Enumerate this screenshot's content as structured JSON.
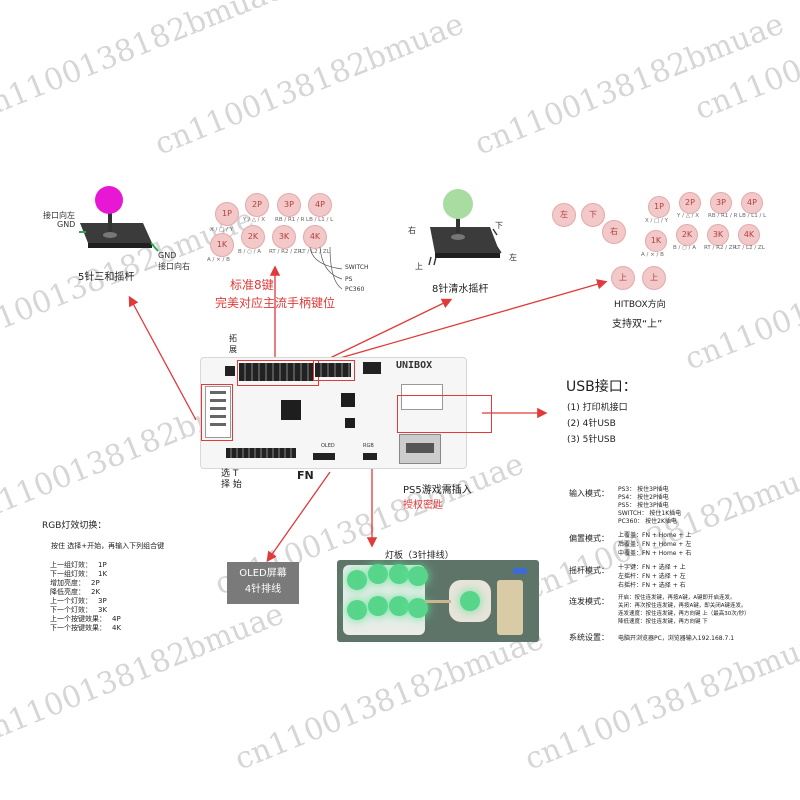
{
  "watermark": "cn1100138182bmuae",
  "stick5": {
    "top_left": "接口向左",
    "gnd1": "GND",
    "gnd2": "GND",
    "right": "接口向右",
    "caption": "5针三和摇杆"
  },
  "buttons8": {
    "top": [
      {
        "id": "1P",
        "sub": "X / □ / Y"
      },
      {
        "id": "2P",
        "sub": "Y / △ / X"
      },
      {
        "id": "3P",
        "sub": "RB / R1 / R"
      },
      {
        "id": "4P",
        "sub": "LB / L1 / L"
      }
    ],
    "bottom": [
      {
        "id": "1K",
        "sub": "A / × / B"
      },
      {
        "id": "2K",
        "sub": "B / ○ / A"
      },
      {
        "id": "3K",
        "sub": "RT / R2 / ZR"
      },
      {
        "id": "4K",
        "sub": "LT / L2 / ZL"
      }
    ],
    "modes": [
      "SWITCH",
      "PS",
      "PC360"
    ],
    "title": "标准8键",
    "subtitle": "完美对应主流手柄键位"
  },
  "stick8": {
    "left": "右",
    "right_top": "下",
    "bottom_left": "上",
    "bottom_right": "左",
    "caption": "8针清水摇杆"
  },
  "hitbox": {
    "dirs": [
      "左",
      "下",
      "右"
    ],
    "ups": [
      "上",
      "上"
    ],
    "top": [
      {
        "id": "1P",
        "sub": "X / □ / Y"
      },
      {
        "id": "2P",
        "sub": "Y / △ / X"
      },
      {
        "id": "3P",
        "sub": "RB / R1 / R"
      },
      {
        "id": "4P",
        "sub": "LB / L1 / L"
      }
    ],
    "bottom": [
      {
        "id": "1K",
        "sub": "A / × / B"
      },
      {
        "id": "2K",
        "sub": "B / ○ / A"
      },
      {
        "id": "3K",
        "sub": "RT / R2 / ZR"
      },
      {
        "id": "4K",
        "sub": "LT / L2 / ZL"
      }
    ],
    "title": "HITBOX方向",
    "subtitle": "支持双“上”"
  },
  "board": {
    "expand": [
      "拓",
      "展"
    ],
    "logo": "UNIBOX",
    "fn": "FN",
    "select_lines": [
      "选 T",
      "择 始"
    ],
    "oled_pin": "OLED",
    "rgb_pin": "RGB"
  },
  "usb": {
    "title": "USB接口：",
    "items": [
      "(1) 打印机接口",
      "(2) 4针USB",
      "(3) 5针USB"
    ]
  },
  "ps5": {
    "title": "PS5游戏需插入",
    "subtitle": "授权密匙"
  },
  "oled": {
    "line1": "OLED屏幕",
    "line2": "4针排线"
  },
  "lightboard": {
    "title": "灯板（3针排线）"
  },
  "rgb": {
    "title": "RGB灯效切换：",
    "hint": "按住 选择+开始，再输入下列组合键",
    "lines": [
      {
        "k": "上一组灯效：",
        "v": "1P"
      },
      {
        "k": "下一组灯效：",
        "v": "1K"
      },
      {
        "k": "增加亮度：",
        "v": "2P"
      },
      {
        "k": "降低亮度：",
        "v": "2K"
      },
      {
        "k": "上一个灯效：",
        "v": "3P"
      },
      {
        "k": "下一个灯效：",
        "v": "3K"
      },
      {
        "k": "上一个按键效果：",
        "v": "4P"
      },
      {
        "k": "下一个按键效果：",
        "v": "4K"
      }
    ]
  },
  "modes": {
    "input_title": "输入模式：",
    "input_lines": [
      "PS3： 按住3P插电",
      "PS4： 按住2P插电",
      "PS5： 按住3P插电",
      "SWITCH： 按住1K插电",
      "PC360： 按住2K插电"
    ],
    "sock_title": "偏置模式：",
    "sock_lines": [
      "上覆盖：FN + Home + 上",
      "后覆盖：FN + Home + 左",
      "中覆盖：FN + Home + 右"
    ],
    "stick_title": "摇杆模式：",
    "stick_lines": [
      "十字键：FN + 选择 + 上",
      "左摇杆：FN + 选择 + 左",
      "右摇杆：FN + 选择 + 右"
    ],
    "turbo_title": "连发模式：",
    "turbo_lines": [
      "开启：按住连发键，再按A键，A键即开启连发。",
      "关闭：再次按住连发键，再按A键，即关闭A键连发。",
      "连发速度：按住连发键，再方向键 上（最高30次/秒）",
      "降低速度：按住连发键，再方向键 下"
    ],
    "net_title": "系统设置：",
    "net_line": "电脑开浏览器PC，浏览器输入192.168.7.1"
  }
}
